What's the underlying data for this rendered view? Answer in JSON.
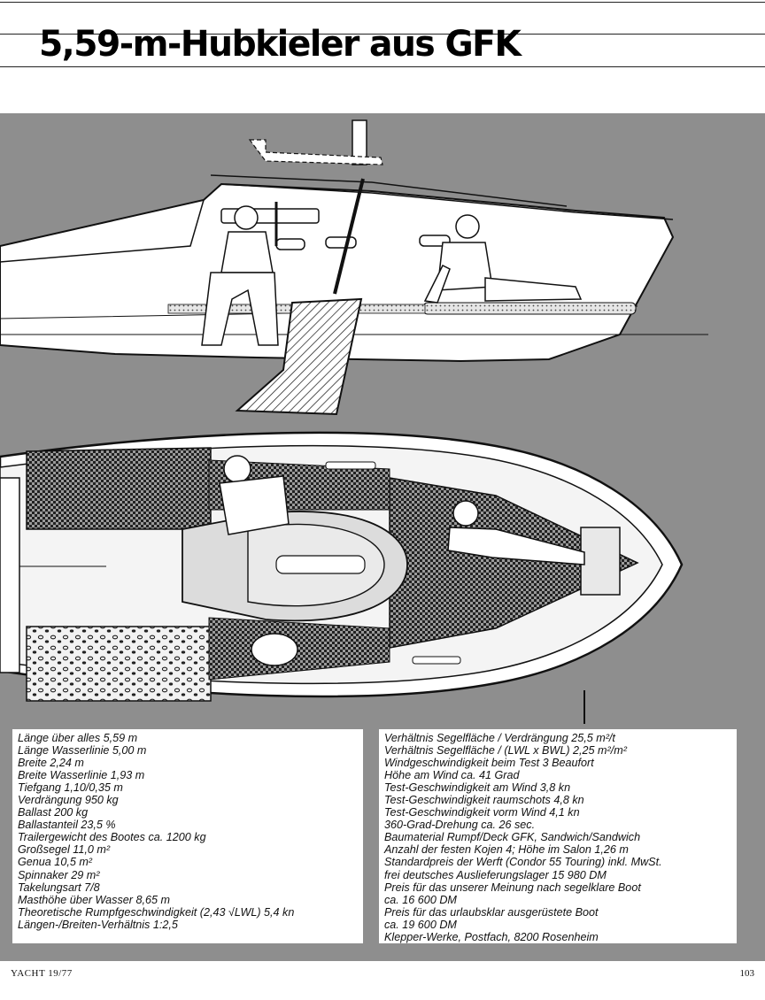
{
  "header": {
    "title": "5,59-m-Hubkieler aus GFK"
  },
  "specs": {
    "left": [
      "Länge über alles 5,59 m",
      "Länge Wasserlinie 5,00 m",
      "Breite 2,24 m",
      "Breite Wasserlinie 1,93 m",
      "Tiefgang 1,10/0,35 m",
      "Verdrängung 950 kg",
      "Ballast 200 kg",
      "Ballastanteil 23,5 %",
      "Trailergewicht des Bootes ca. 1200 kg",
      "Großsegel 11,0 m²",
      "Genua 10,5 m²",
      "Spinnaker 29 m²",
      "Takelungsart 7/8",
      "Masthöhe über Wasser 8,65 m",
      "Theoretische Rumpfgeschwindigkeit (2,43 √LWL) 5,4 kn",
      "Längen-/Breiten-Verhältnis 1:2,5"
    ],
    "right": [
      "Verhältnis Segelfläche / Verdrängung 25,5 m²/t",
      "Verhältnis Segelfläche / (LWL x BWL) 2,25 m²/m²",
      "Windgeschwindigkeit beim Test 3 Beaufort",
      "Höhe am Wind ca. 41 Grad",
      "Test-Geschwindigkeit am Wind 3,8 kn",
      "Test-Geschwindigkeit raumschots 4,8 kn",
      "Test-Geschwindigkeit vorm Wind 4,1 kn",
      "360-Grad-Drehung ca. 26 sec.",
      "Baumaterial Rumpf/Deck GFK, Sandwich/Sandwich",
      "Anzahl der festen Kojen 4; Höhe im Salon 1,26 m",
      "Standardpreis der Werft (Condor 55 Touring) inkl. MwSt.",
      "frei deutsches Auslieferungslager 15 980 DM",
      "Preis für das unserer Meinung nach segelklare Boot",
      "ca. 16 600 DM",
      "Preis für das urlaubsklar ausgerüstete Boot",
      "ca. 19 600 DM",
      "Klepper-Werke, Postfach, 8200 Rosenheim"
    ]
  },
  "footer": {
    "left": "YACHT 19/77",
    "right": "103"
  }
}
